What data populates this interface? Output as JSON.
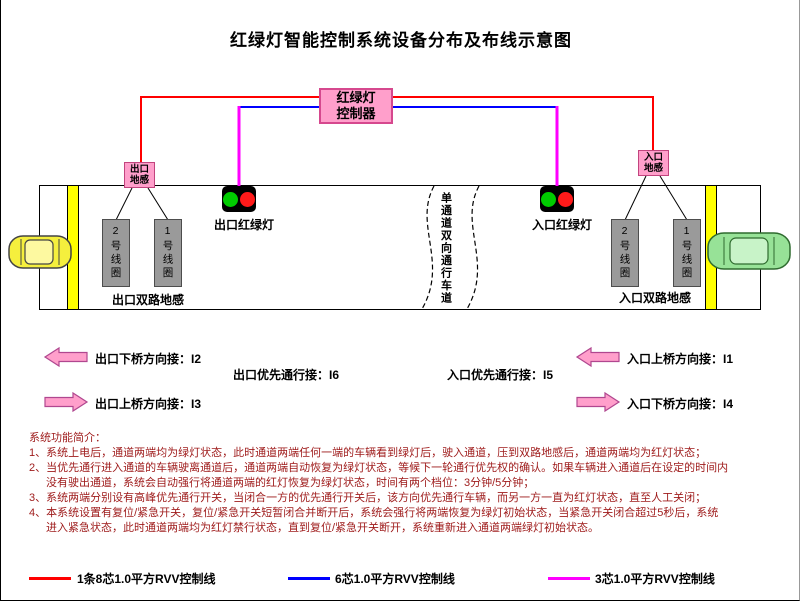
{
  "title": "红绿灯智能控制系统设备分布及布线示意图",
  "controller": {
    "line1": "红绿灯",
    "line2": "控制器"
  },
  "sensors": {
    "exit": {
      "line1": "出口",
      "line2": "地感"
    },
    "entry": {
      "line1": "入口",
      "line2": "地感"
    }
  },
  "road": {
    "exit_light_label": "出口红绿灯",
    "entry_light_label": "入口红绿灯",
    "channel_label": "单通道双向通行车道",
    "exit_coils": [
      "2号线圈",
      "1号线圈"
    ],
    "entry_coils": [
      "2号线圈",
      "1号线圈"
    ],
    "exit_loops_label": "出口双路地感",
    "entry_loops_label": "入口双路地感"
  },
  "io": {
    "exit_down": "出口下桥方向接：I2",
    "exit_up": "出口上桥方向接：I3",
    "exit_priority": "出口优先通行接：I6",
    "entry_priority": "入口优先通行接：I5",
    "entry_up": "入口上桥方向接：I1",
    "entry_down": "入口下桥方向接：I4"
  },
  "description": {
    "heading": "系统功能简介：",
    "lines": [
      "1、系统上电后，通道两端均为绿灯状态，此时通道两端任何一端的车辆看到绿灯后，驶入通道，压到双路地感后，通道两端均为红灯状态；",
      "2、当优先通行进入通道的车辆驶离通道后，通道两端自动恢复为绿灯状态，等候下一轮通行优先权的确认。如果车辆进入通道后在设定的时间内",
      "没有驶出通道，系统会自动强行将通道两端的红灯恢复为绿灯状态，时间有两个档位：3分钟/5分钟；",
      "3、系统两端分别设有高峰优先通行开关，当闭合一方的优先通行开关后，该方向优先通行车辆，而另一方一直为红灯状态，直至人工关闭；",
      "4、本系统设置有复位/紧急开关，复位/紧急开关短暂闭合并断开后，系统会强行将两端恢复为绿灯初始状态，当紧急开关闭合超过5秒后，系统",
      "进入紧急状态，此时通道两端均为红灯禁行状态，直到复位/紧急开关断开，系统重新进入通道两端绿灯初始状态。"
    ]
  },
  "legend": [
    {
      "color": "#ff0000",
      "label": "1条8芯1.0平方RVV控制线"
    },
    {
      "color": "#0000ff",
      "label": "6芯1.0平方RVV控制线"
    },
    {
      "color": "#ff00ff",
      "label": "3芯1.0平方RVV控制线"
    }
  ],
  "colors": {
    "wire_8core": "#ff0000",
    "wire_6core": "#0000ff",
    "wire_3core": "#ff00ff",
    "box_pink": "#ff9fcb",
    "description_text": "#9e1a1a",
    "green_light": "#00cc00",
    "red_light": "#ff1a1a"
  }
}
